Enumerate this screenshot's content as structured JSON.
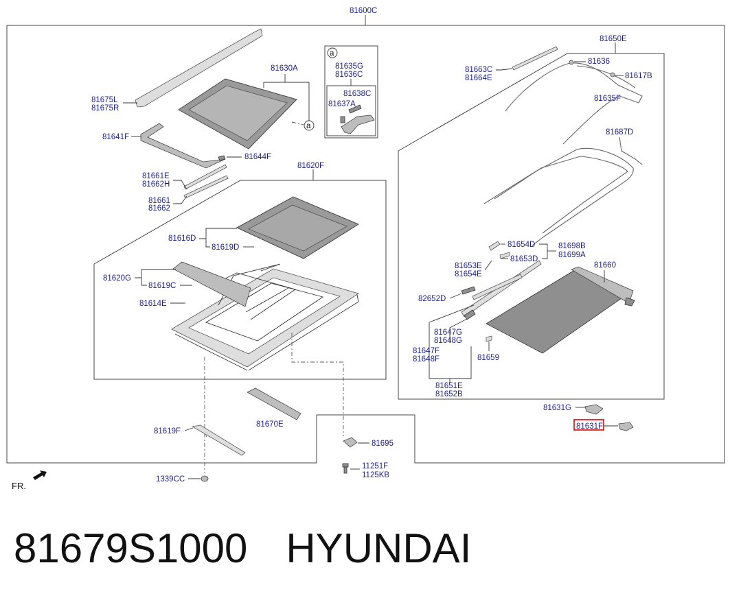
{
  "diagram": {
    "labels": {
      "p81600C": "81600C",
      "p81650E": "81650E",
      "p81630A": "81630A",
      "p81675L": "81675L",
      "p81675R": "81675R",
      "p81641F": "81641F",
      "p81644F": "81644F",
      "p81661E": "81661E",
      "p81662H": "81662H",
      "p81661": "81661",
      "p81662": "81662",
      "p81620F": "81620F",
      "p81616D": "81616D",
      "p81619D": "81619D",
      "p81620G": "81620G",
      "p81619C": "81619C",
      "p81614E": "81614E",
      "p81670E": "81670E",
      "p81619F": "81619F",
      "p1339CC": "1339CC",
      "p81695": "81695",
      "p11251F": "11251F",
      "p1125KB": "1125KB",
      "inset_letter": "a",
      "callout_letter": "a",
      "p81635G": "81635G",
      "p81636C": "81636C",
      "p81638C": "81638C",
      "p81637A": "81637A",
      "p81663C": "81663C",
      "p81664E": "81664E",
      "p81636": "81636",
      "p81617B": "81617B",
      "p81635F": "81635F",
      "p81687D": "81687D",
      "p81654D": "81654D",
      "p81698B": "81698B",
      "p81699A": "81699A",
      "p81653D": "81653D",
      "p81653E": "81653E",
      "p81654E": "81654E",
      "p81660": "81660",
      "p82652D": "82652D",
      "p81647G": "81647G",
      "p81648G": "81648G",
      "p81647F": "81647F",
      "p81648F": "81648F",
      "p81659": "81659",
      "p81651E": "81651E",
      "p81652B": "81652B",
      "p81631G": "81631G",
      "p81631F": "81631F",
      "front_marker": "FR."
    },
    "highlighted_part": "81631F",
    "highlight_color": "#e00000",
    "label_color": "#1a1f8c"
  },
  "caption": {
    "part_number": "81679S1000",
    "brand": "HYUNDAI"
  }
}
